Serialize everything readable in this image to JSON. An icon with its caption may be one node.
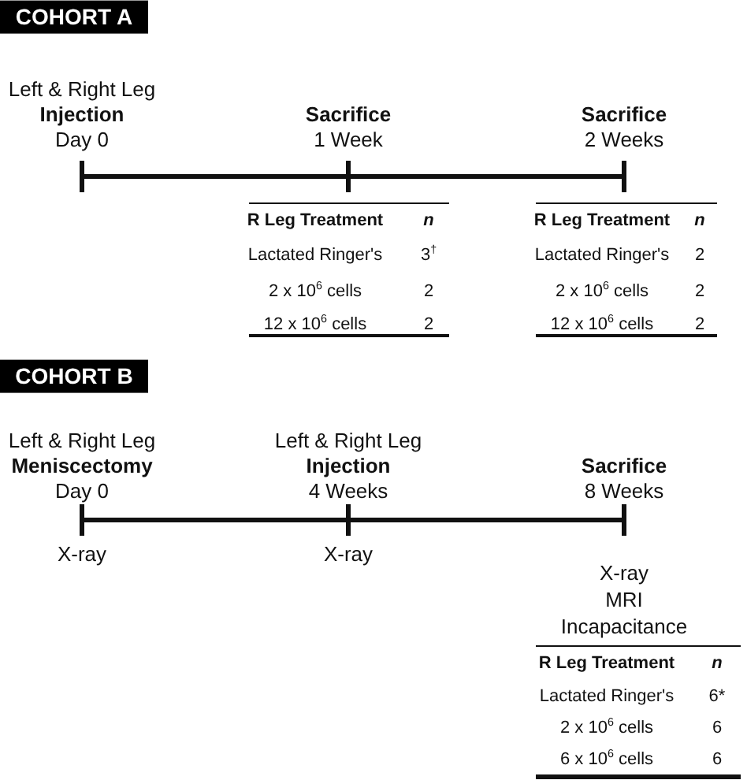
{
  "diagram": {
    "labels": [
      "COHORT A",
      "Left & Right Leg",
      "Injection",
      "Day 0",
      "Sacrifice",
      "1 Week",
      "Sacrifice",
      "2 Weeks",
      "R Leg Treatment",
      "n",
      "Lactated Ringer's",
      "3$^{†}$",
      "2 x 10$^{6}$ cells",
      "2",
      "12 x 10$^{6}$ cells",
      "2",
      "R Leg Treatment",
      "n",
      "Lactated Ringer's",
      "2",
      "2 x 10$^{6}$ cells",
      "2",
      "12 x 10$^{6}$ cells",
      "2",
      "COHORT B",
      "Left & Right Leg",
      "Meniscectomy",
      "Day 0",
      "Left & Right Leg",
      "Injection",
      "4 Weeks",
      "Sacrifice",
      "8 Weeks",
      "X-ray",
      "X-ray",
      "X-ray",
      "MRI",
      "Incapacitance",
      "R Leg Treatment",
      "n",
      "Lactated Ringer's",
      "6*",
      "2 x 10$^{6}$ cells",
      "6",
      "6 x 10$^{6}$ cells",
      "6"
    ]
  }
}
